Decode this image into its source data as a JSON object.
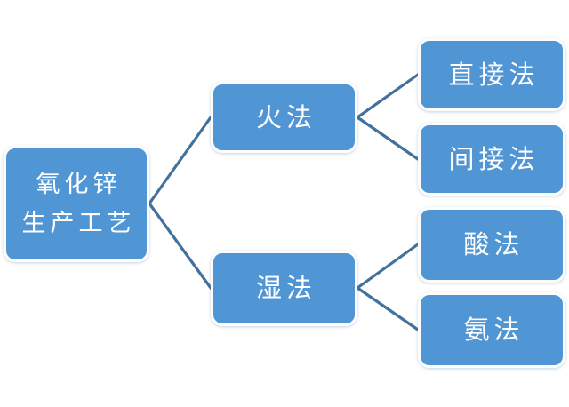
{
  "palette": {
    "node_fill": "#5096d5",
    "node_border": "#fdfdfd",
    "connector": "#41719c",
    "label_text": "#ffffff"
  },
  "diagram": {
    "type": "hierarchy-tree",
    "root": {
      "label_line1": "氧化锌",
      "label_line2": "生产工艺"
    },
    "branches": [
      {
        "label": "火法",
        "children": [
          {
            "label": "直接法"
          },
          {
            "label": "间接法"
          }
        ]
      },
      {
        "label": "湿法",
        "children": [
          {
            "label": "酸法"
          },
          {
            "label": "氨法"
          }
        ]
      }
    ]
  }
}
